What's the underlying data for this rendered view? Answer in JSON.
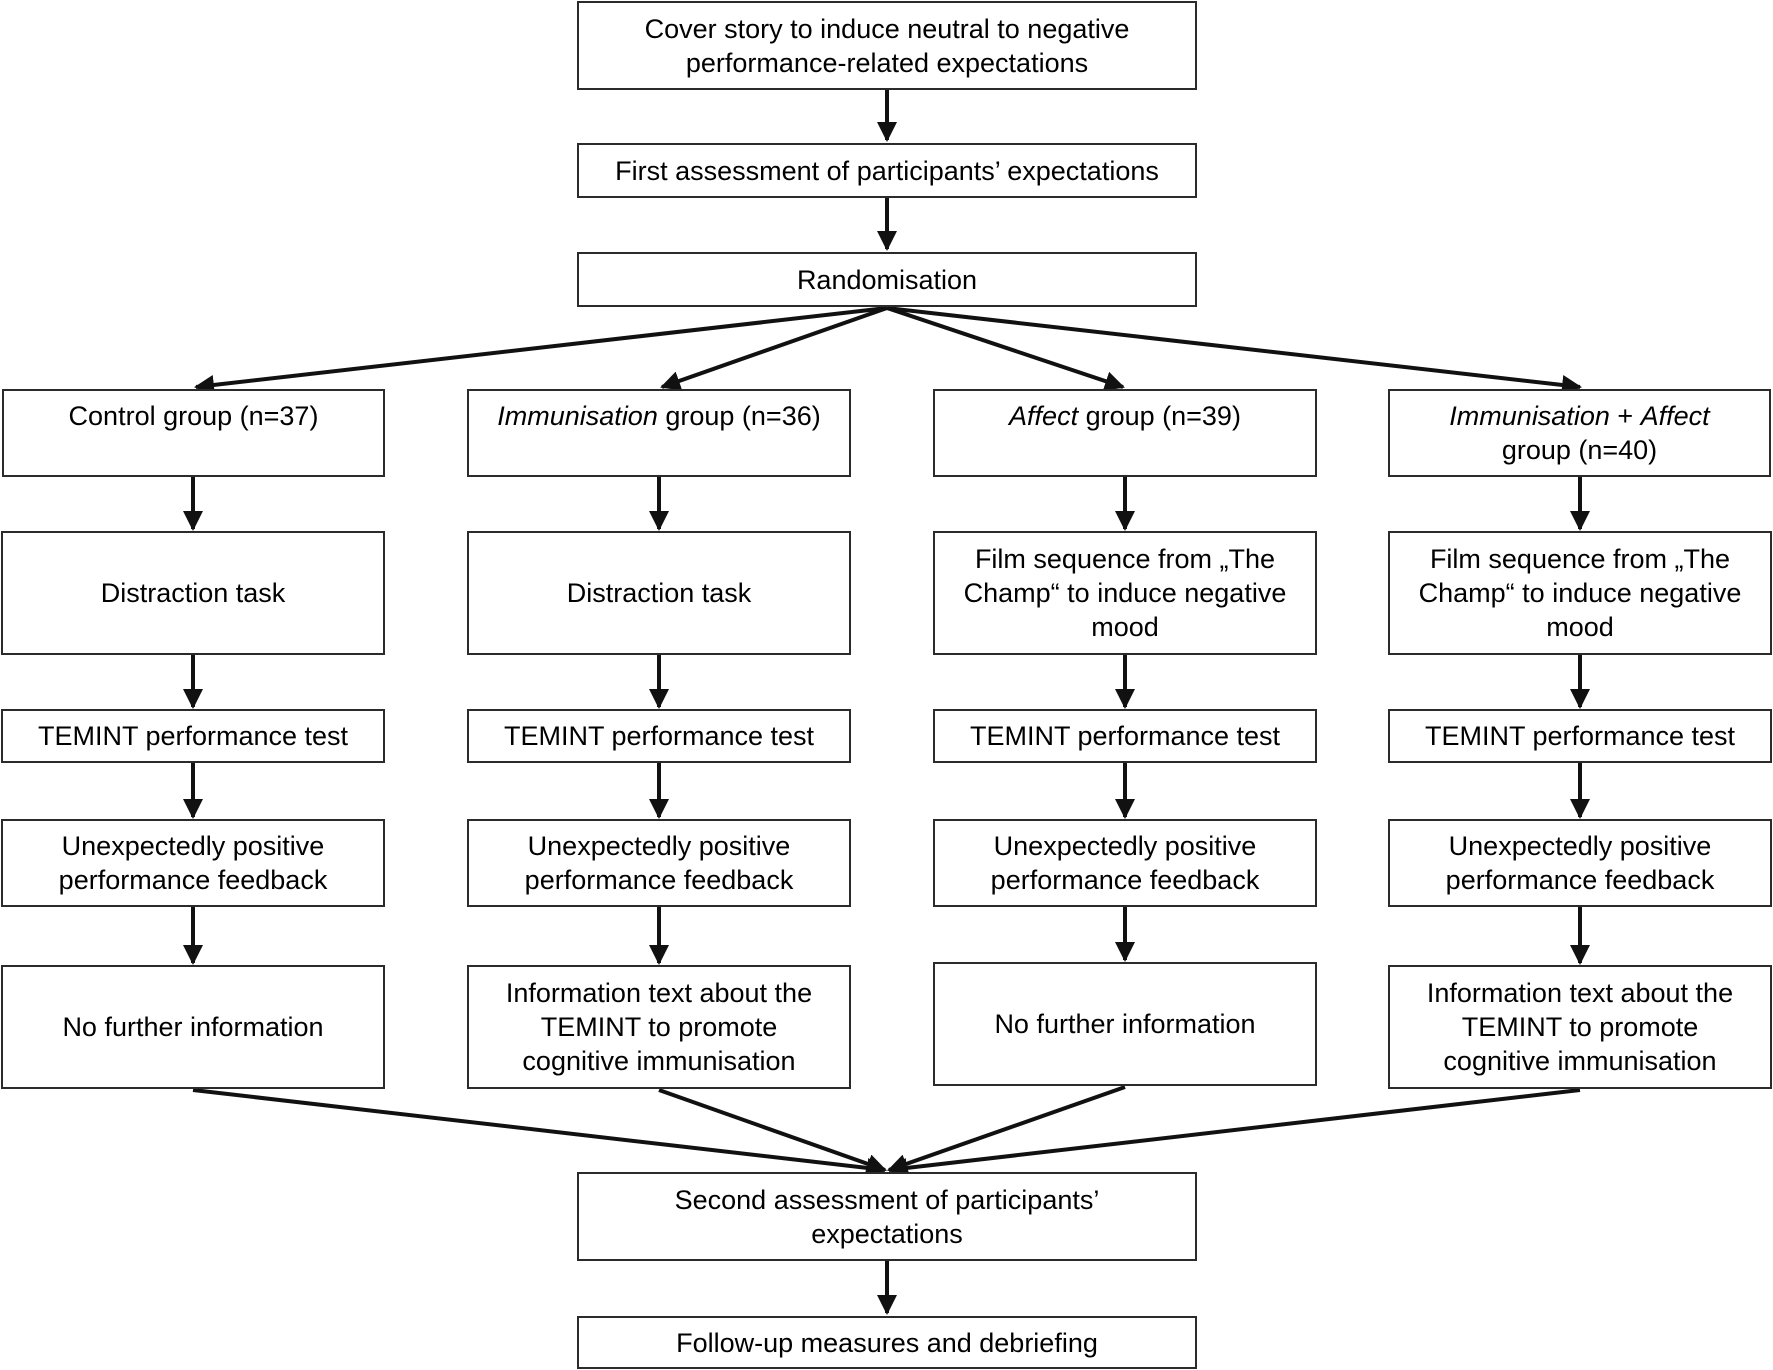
{
  "top": {
    "cover_story": [
      "Cover story to induce neutral to negative",
      "performance-related expectations"
    ],
    "first_assessment": "First assessment of participants’ expectations",
    "randomisation": "Randomisation"
  },
  "groups": [
    {
      "header": [
        {
          "text": "Control group (n=37)",
          "italic": false
        }
      ],
      "header_line2": "",
      "step1": [
        "Distraction task"
      ],
      "step2": "TEMINT performance test",
      "step3": [
        "Unexpectedly positive",
        "performance feedback"
      ],
      "step4": [
        "No further information"
      ]
    },
    {
      "header": [
        {
          "text": "Immunisation",
          "italic": true
        },
        {
          "text": " group (n=36)",
          "italic": false
        }
      ],
      "header_line2": "",
      "step1": [
        "Distraction task"
      ],
      "step2": "TEMINT performance test",
      "step3": [
        "Unexpectedly positive",
        "performance feedback"
      ],
      "step4": [
        "Information text about the",
        "TEMINT to promote",
        "cognitive immunisation"
      ]
    },
    {
      "header": [
        {
          "text": "Affect",
          "italic": true
        },
        {
          "text": " group (n=39)",
          "italic": false
        }
      ],
      "header_line2": "",
      "step1": [
        "Film sequence from „The",
        "Champ“ to induce negative",
        "mood"
      ],
      "step2": "TEMINT performance test",
      "step3": [
        "Unexpectedly positive",
        "performance feedback"
      ],
      "step4": [
        "No further information"
      ]
    },
    {
      "header": [
        {
          "text": "Immunisation",
          "italic": true
        },
        {
          "text": " + ",
          "italic": false
        },
        {
          "text": "Affect",
          "italic": true
        }
      ],
      "header_line2": "group (n=40)",
      "step1": [
        "Film sequence from „The",
        "Champ“ to induce negative",
        "mood"
      ],
      "step2": "TEMINT performance test",
      "step3": [
        "Unexpectedly positive",
        "performance feedback"
      ],
      "step4": [
        "Information text about the",
        "TEMINT to promote",
        "cognitive immunisation"
      ]
    }
  ],
  "bottom": {
    "second_assessment": [
      "Second assessment of participants’",
      "expectations"
    ],
    "followup": "Follow-up measures and debriefing"
  },
  "colors": {
    "line": "#111111",
    "box_border": "#2b2b2b"
  }
}
